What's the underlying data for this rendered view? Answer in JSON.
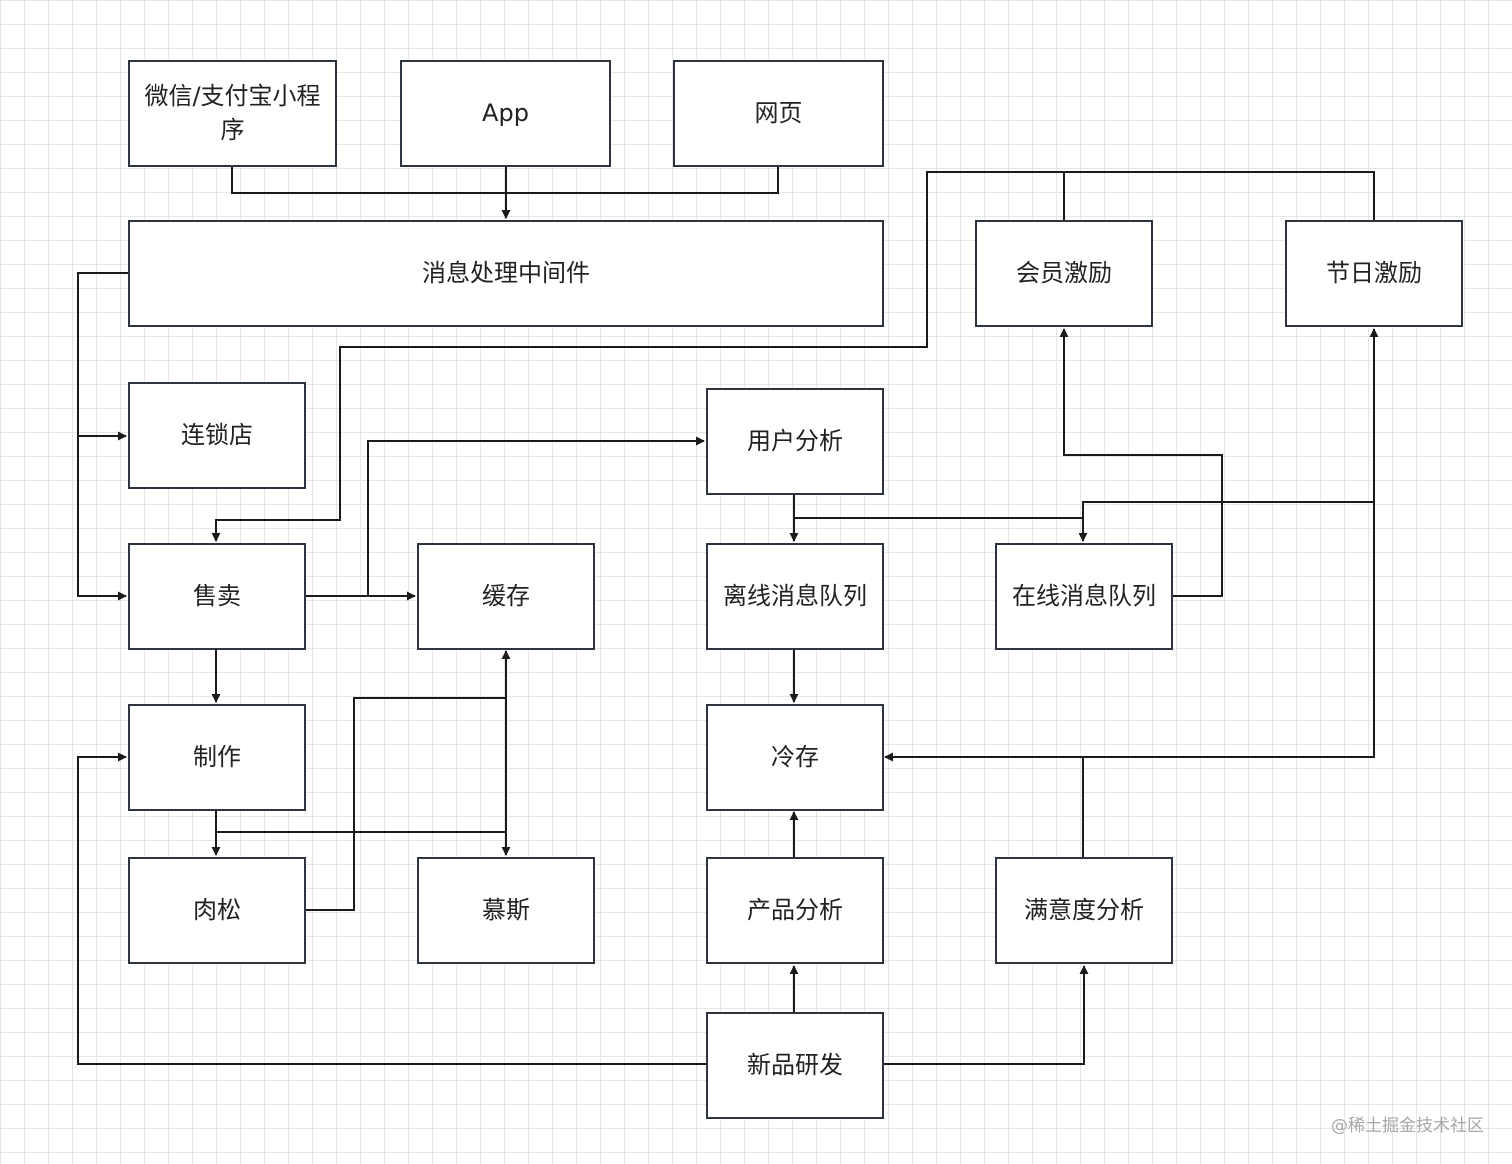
{
  "nodes": {
    "miniprogram": "微信/支付宝小程序",
    "app": "App",
    "web": "网页",
    "middleware": "消息处理中间件",
    "member_incentive": "会员激励",
    "holiday_incentive": "节日激励",
    "chain_store": "连锁店",
    "user_analysis": "用户分析",
    "sales": "售卖",
    "cache": "缓存",
    "offline_queue": "离线消息队列",
    "online_queue": "在线消息队列",
    "production": "制作",
    "cold_storage": "冷存",
    "meat_floss": "肉松",
    "mousse": "慕斯",
    "product_analysis": "产品分析",
    "satisfaction_analysis": "满意度分析",
    "new_product_rd": "新品研发"
  },
  "watermark": "@稀土掘金技术社区",
  "colors": {
    "line": "#1a1a1a",
    "node_border": "#2e3440",
    "grid": "#e6e6e6"
  }
}
